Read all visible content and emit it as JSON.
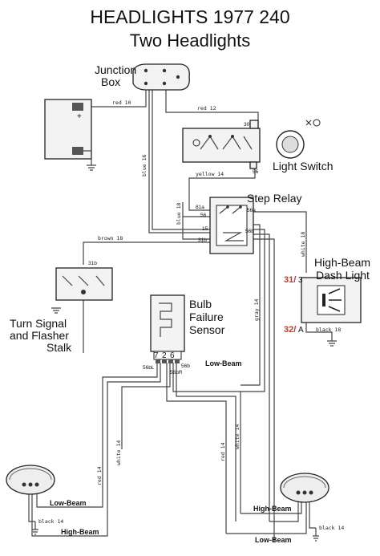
{
  "title_line1": "HEADLIGHTS 1977 240",
  "title_line2": "Two Headlights",
  "components": {
    "junction_box_line1": "Junction",
    "junction_box_line2": "Box",
    "light_switch": "Light Switch",
    "step_relay": "Step Relay",
    "high_beam_line1": "High-Beam",
    "high_beam_line2": "Dash Light",
    "bulb_sensor_line1": "Bulb",
    "bulb_sensor_line2": "Failure",
    "bulb_sensor_line3": "Sensor",
    "turn_signal_line1": "Turn Signal",
    "turn_signal_line2": "and Flasher",
    "turn_signal_line3": "Stalk"
  },
  "wires": {
    "red10": "red 10",
    "red12": "red 12",
    "blue16": "blue 16",
    "yellow14": "yellow 14",
    "blue18": "blue 18",
    "brown18": "brown 18",
    "white18": "white 18",
    "gray14": "gray 14",
    "black18": "black 18",
    "red14_a": "red 14",
    "white14_a": "white 14",
    "red14_b": "red 14",
    "white14_b": "white 14",
    "black14_l": "black 14",
    "black14_r": "black 14"
  },
  "terminals": {
    "t30": "30",
    "t56": "56",
    "t81a": "81a",
    "t56_relay": "56",
    "t15": "15",
    "t31b": "31b",
    "t56a": "56a",
    "t56b": "56b",
    "t31b_stalk": "31b",
    "t7": "7",
    "t2": "2",
    "t6": "6",
    "t56bL": "56bL",
    "t56b_sensor": "56b",
    "t56bR": "56bR",
    "t3": "3",
    "tA": "A"
  },
  "markers": {
    "m31": "31/",
    "m32": "32/"
  },
  "beams": {
    "low_sensor": "Low-Beam",
    "low_left": "Low-Beam",
    "high_left": "High-Beam",
    "high_right": "High-Beam",
    "low_right": "Low-Beam"
  },
  "battery_plus": "+"
}
